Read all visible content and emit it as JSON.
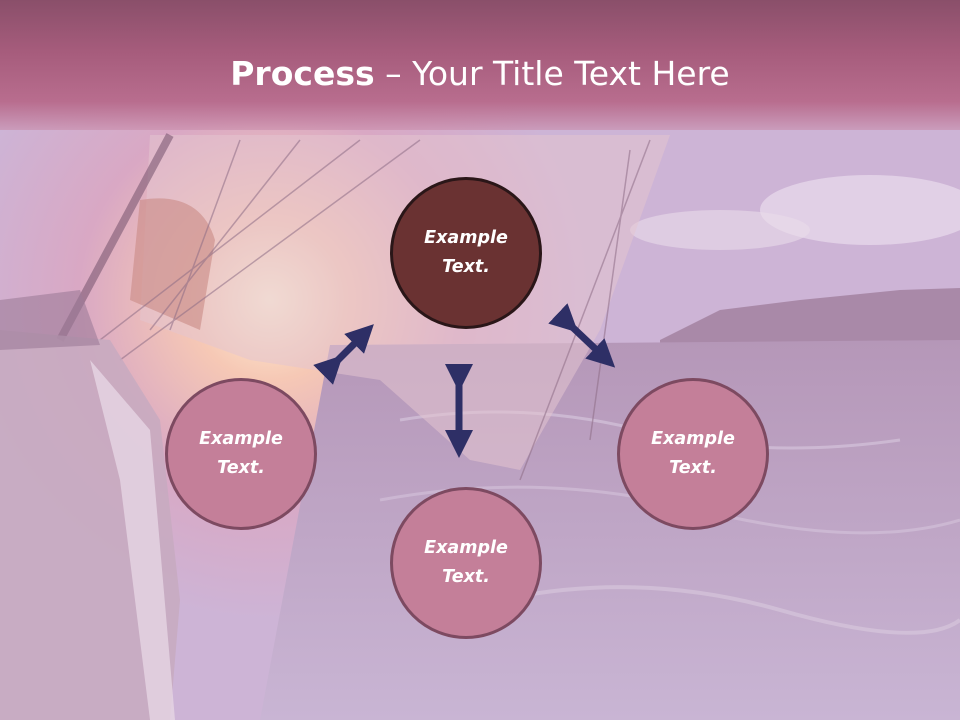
{
  "slide": {
    "title_bold": "Process",
    "title_rest": " – Your Title Text Here"
  },
  "diagram": {
    "center_top": {
      "line1": "Example",
      "line2": "Text."
    },
    "left": {
      "line1": "Example",
      "line2": "Text."
    },
    "bottom": {
      "line1": "Example",
      "line2": "Text."
    },
    "right": {
      "line1": "Example",
      "line2": "Text."
    }
  },
  "colors": {
    "main_circle": "#6a3232",
    "node_circle": "#c47f99",
    "arrow": "#2e2f66",
    "header": "#a65c7c"
  }
}
